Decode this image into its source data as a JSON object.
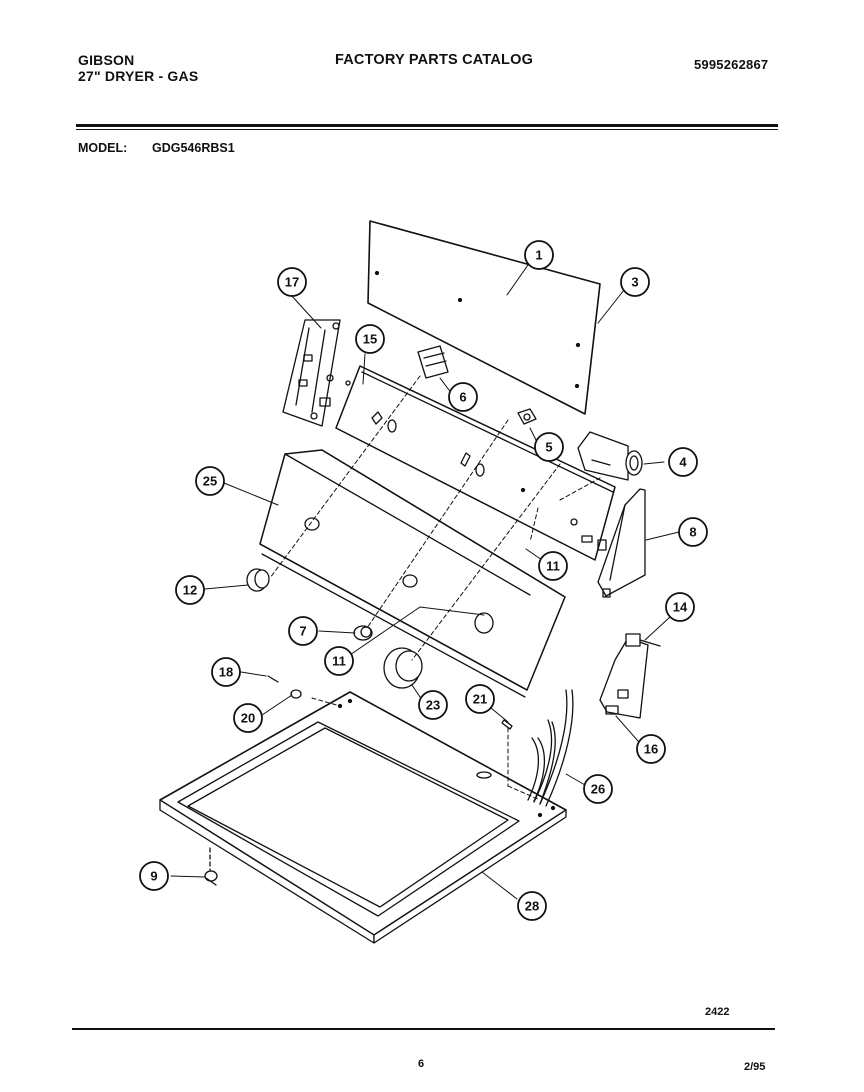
{
  "header": {
    "brand": "GIBSON",
    "product": "27\" DRYER - GAS",
    "title": "FACTORY PARTS CATALOG",
    "catalog_number": "5995262867"
  },
  "model": {
    "label": "MODEL:",
    "value": "GDG546RBS1"
  },
  "callouts": [
    "1",
    "3",
    "4",
    "5",
    "6",
    "7",
    "8",
    "9",
    "11",
    "11",
    "12",
    "14",
    "15",
    "16",
    "17",
    "18",
    "20",
    "21",
    "23",
    "25",
    "26",
    "28"
  ],
  "footer": {
    "drawing_number": "2422",
    "page_number": "6",
    "date": "2/95"
  }
}
